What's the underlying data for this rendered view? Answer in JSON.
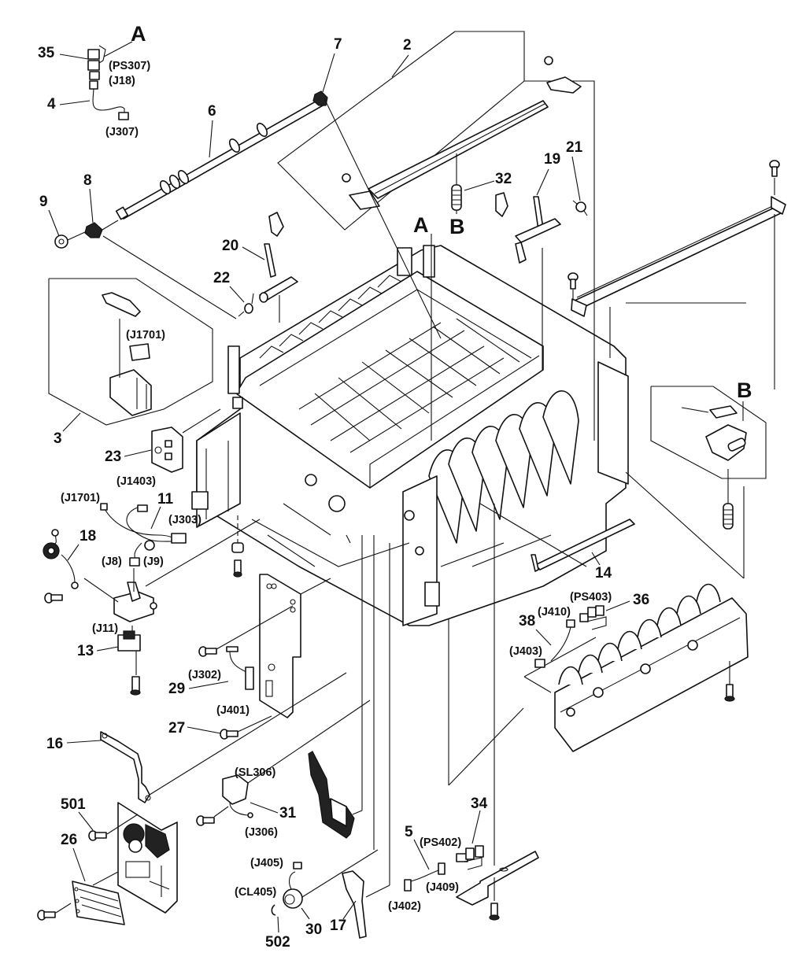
{
  "figure": {
    "type": "exploded parts diagram",
    "subject": "printer internal chassis assembly"
  },
  "reference_markers": [
    {
      "id": "ref-a-top",
      "text": "A"
    },
    {
      "id": "ref-a-chassis",
      "text": "A"
    },
    {
      "id": "ref-b-spring",
      "text": "B"
    },
    {
      "id": "ref-b-inset",
      "text": "B"
    }
  ],
  "callouts": {
    "c2": "2",
    "c3": "3",
    "c4": "4",
    "c5": "5",
    "c6": "6",
    "c7": "7",
    "c8": "8",
    "c9": "9",
    "c11": "11",
    "c13": "13",
    "c14": "14",
    "c16": "16",
    "c17": "17",
    "c18": "18",
    "c19": "19",
    "c20": "20",
    "c21": "21",
    "c22": "22",
    "c23": "23",
    "c26": "26",
    "c27": "27",
    "c29": "29",
    "c30": "30",
    "c31": "31",
    "c32": "32",
    "c34": "34",
    "c35": "35",
    "c36": "36",
    "c38": "38",
    "c501": "501",
    "c502": "502"
  },
  "connectors": {
    "ps307": "(PS307)",
    "j18": "(J18)",
    "j307": "(J307)",
    "j1701_inset": "(J1701)",
    "j1403": "(J1403)",
    "j1701": "(J1701)",
    "j303": "(J303)",
    "j8": "(J8)",
    "j9": "(J9)",
    "j11": "(J11)",
    "j302": "(J302)",
    "j401": "(J401)",
    "sl306": "(SL306)",
    "j306": "(J306)",
    "j405": "(J405)",
    "cl405": "(CL405)",
    "ps402": "(PS402)",
    "j409": "(J409)",
    "j402": "(J402)",
    "ps403": "(PS403)",
    "j410": "(J410)",
    "j403": "(J403)"
  }
}
